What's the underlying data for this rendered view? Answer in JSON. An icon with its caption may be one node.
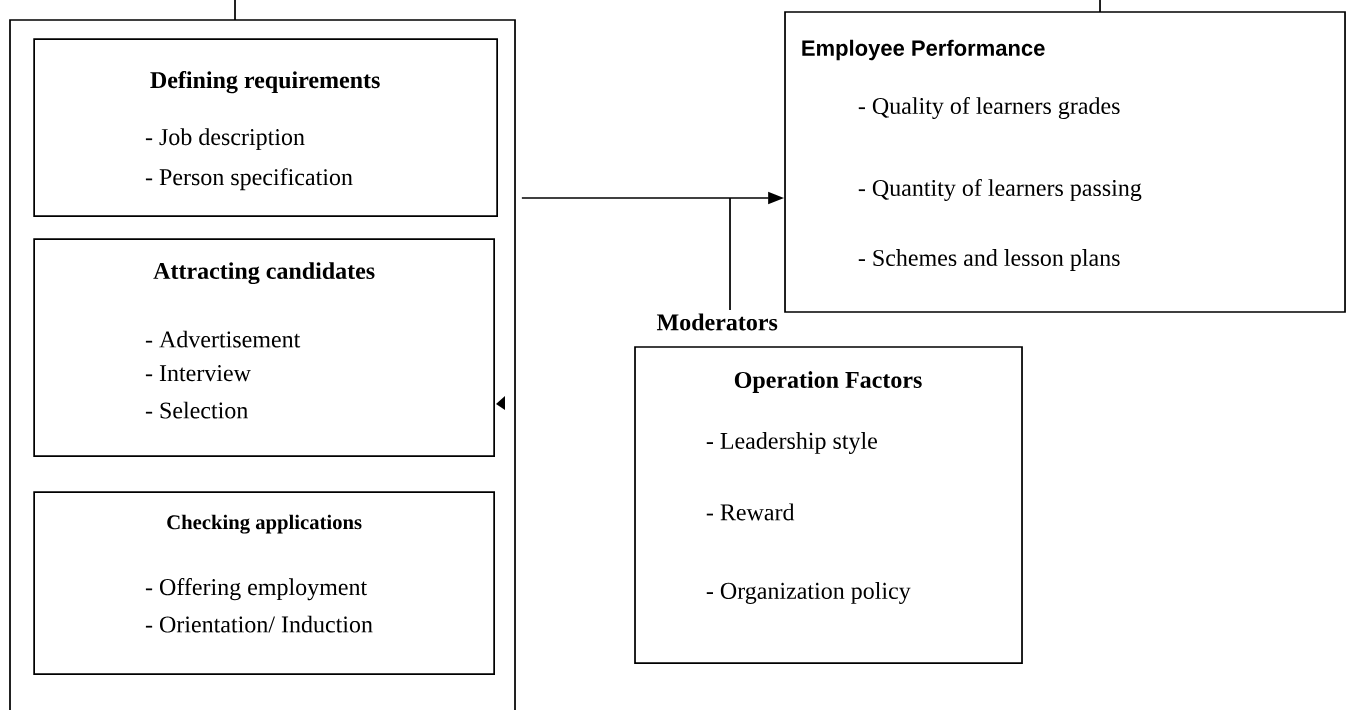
{
  "diagram": {
    "nodes": [
      {
        "text": [],
        "shape": "box"
      },
      {
        "text": [
          "Defining requirements",
          "- Job description",
          "- Person specification"
        ],
        "in": 0
      },
      {
        "text": [
          "Attracting candidates",
          "- Advertisement",
          "- Interview",
          "- Selection"
        ],
        "in": 0
      },
      {
        "text": [
          "Checking applications",
          "- Offering employment",
          "- Orientation/ Induction"
        ],
        "in": 0
      },
      {
        "text": [
          "Employee Performance",
          "- Quality of learners grades",
          "- Quantity of learners passing",
          "- Schemes and lesson plans"
        ]
      },
      {
        "text": [
          "Moderators"
        ]
      },
      {
        "text": [
          "Operation Factors",
          "- Leadership style",
          "- Reward",
          "- Organization policy"
        ]
      }
    ],
    "edges": [
      {
        "from": 0,
        "to": 4,
        "arrow": "to"
      },
      {
        "from": 5,
        "to": null,
        "arrow": "none"
      }
    ]
  }
}
